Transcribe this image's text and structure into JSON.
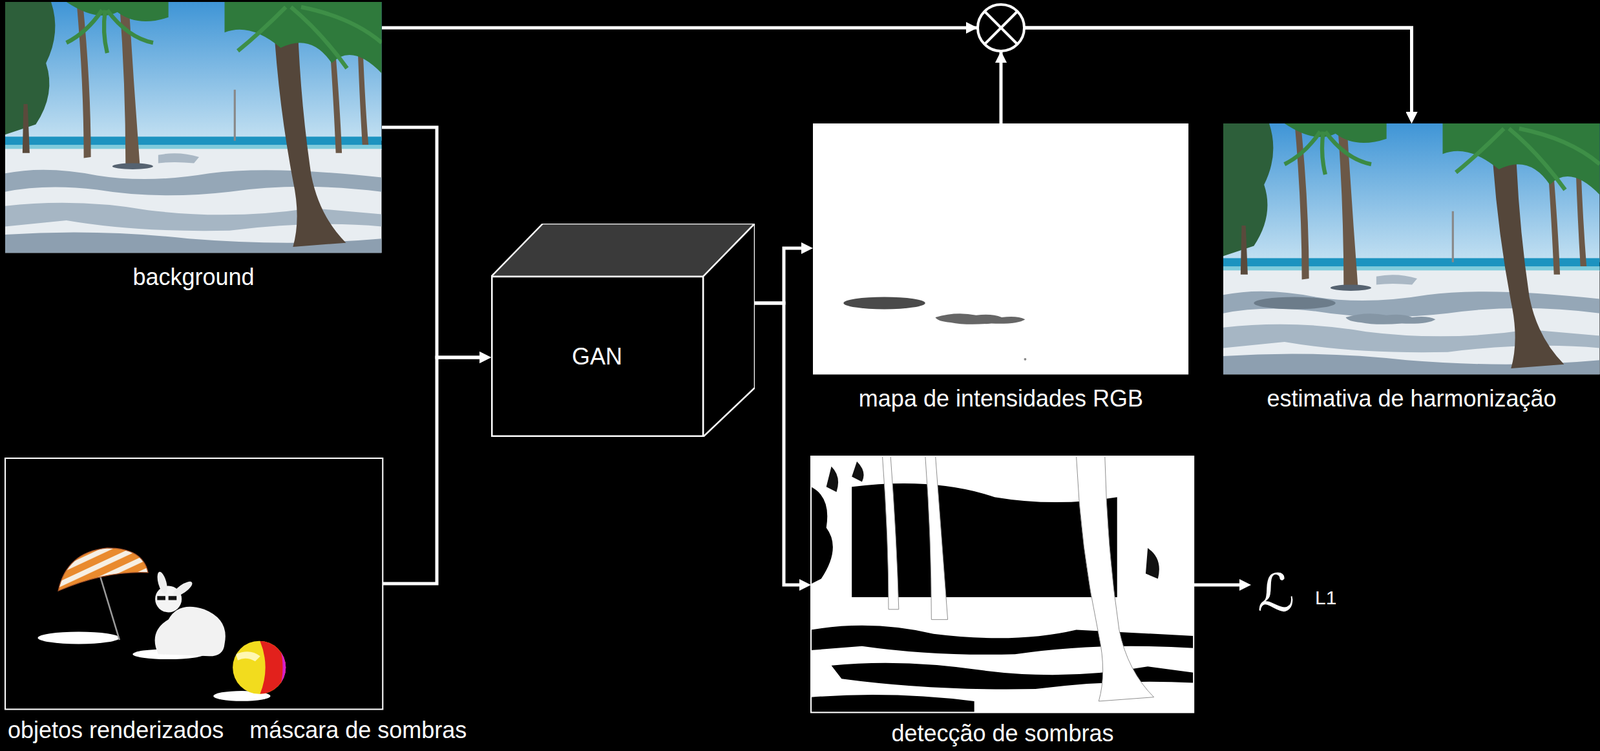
{
  "diagram": {
    "nodes": [
      {
        "text": [
          "background"
        ]
      },
      {
        "text": [
          "objetos renderizados",
          "máscara de sombras"
        ]
      },
      {
        "text": [
          "GAN"
        ]
      },
      {
        "text": [
          "mapa de intensidades RGB"
        ]
      },
      {
        "text": [
          "estimativa de harmonização"
        ]
      },
      {
        "text": [
          "detecção de sombras"
        ]
      }
    ],
    "edges": [
      {
        "from": 0,
        "to": 2,
        "arrow": "to"
      },
      {
        "from": 1,
        "to": 2,
        "arrow": "to"
      },
      {
        "from": 2,
        "to": 3,
        "arrow": "to"
      },
      {
        "from": 2,
        "to": 5,
        "arrow": "to"
      },
      {
        "from": 0,
        "to": 4,
        "arrow": "to"
      },
      {
        "from": 3,
        "to": 4,
        "arrow": "to"
      }
    ],
    "labels": [
      "ℒ",
      "L1"
    ]
  }
}
